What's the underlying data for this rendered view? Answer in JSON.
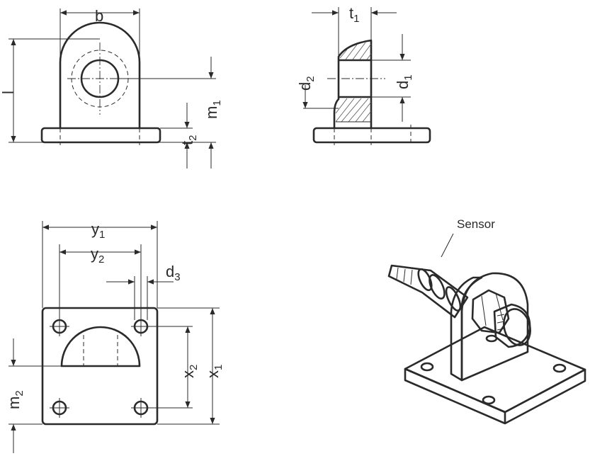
{
  "colors": {
    "line": "#2a2a2a",
    "background": "#ffffff",
    "hatch": "#555555"
  },
  "front_view": {
    "dim_b": "b",
    "dim_l": "l",
    "dim_m": "m",
    "dim_m_sub": "1",
    "dim_t": "t",
    "dim_t_sub": "2"
  },
  "side_view": {
    "dim_t": "t",
    "dim_t_sub": "1",
    "dim_d_left": "d",
    "dim_d_left_sub": "2",
    "dim_d_right": "d",
    "dim_d_right_sub": "1"
  },
  "top_view": {
    "dim_y1": "y",
    "dim_y1_sub": "1",
    "dim_y2": "y",
    "dim_y2_sub": "2",
    "dim_d3": "d",
    "dim_d3_sub": "3",
    "dim_x2": "x",
    "dim_x2_sub": "2",
    "dim_x1": "x",
    "dim_x1_sub": "1",
    "dim_m2": "m",
    "dim_m2_sub": "2"
  },
  "iso_view": {
    "sensor_label": "Sensor"
  }
}
